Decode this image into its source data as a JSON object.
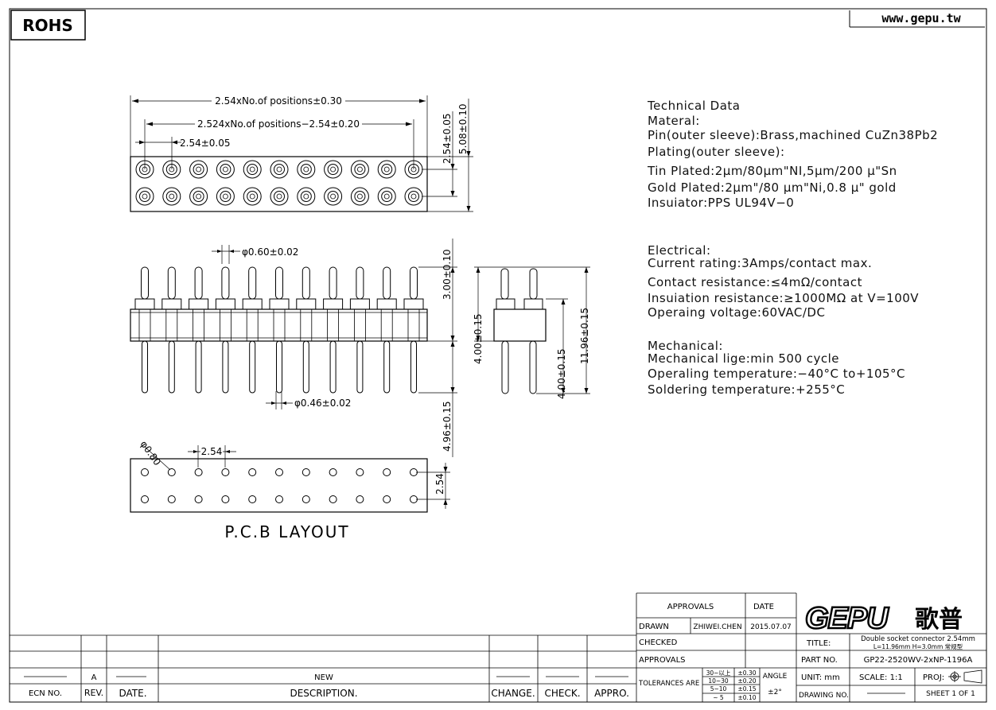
{
  "header": {
    "rohs": "ROHS",
    "website": "www.gepu.tw"
  },
  "front_view": {
    "pitch": 11,
    "dim_total": "2.54xNo.of  positions±0.30",
    "dim_inner": "2.524xNo.of  positions−2.54±0.20",
    "dim_pitch": "2.54±0.05",
    "dim_row": "2.54±0.05",
    "dim_height": "5.08±0.10"
  },
  "side_view": {
    "dim_pin": "φ0.60±0.02",
    "dim_tail": "φ0.46±0.02",
    "dim_top": "3.00±0.10",
    "dim_bottom": "4.96±0.15"
  },
  "end_view": {
    "dim_a": "4.00±0.15",
    "dim_b": "4.00±0.15",
    "dim_total": "11.96±0.15"
  },
  "pcb": {
    "hole": "φ0.80",
    "pitch": "2.54",
    "row": "2.54",
    "label": "P.C.B  LAYOUT"
  },
  "specs": [
    "Technical Data",
    "Materal:",
    "Pin(outer sleeve):Brass,machined CuZn38Pb2",
    "Plating(outer sleeve):",
    "Tin Plated:2μm/80μm\"NI,5μm/200 μ\"Sn",
    "Gold Plated:2μm\"/80 μm\"Ni,0.8 μ\"  gold",
    "Insuiator:PPS UL94V−0",
    "Electrical:",
    "Current rating:3Amps/contact max.",
    "Contact resistance:≤4mΩ/contact",
    "Insuiation resistance:≥1000MΩ at V=100V",
    "Operaing voltage:60VAC/DC",
    "Mechanical:",
    "Mechanical lige:min 500 cycle",
    "Operaling temperature:−40°C  to+105°C",
    "Soldering temperature:+255°C"
  ],
  "revision": {
    "rev": "A",
    "description": "NEW",
    "headers": [
      "ECN NO.",
      "REV.",
      "DATE.",
      "DESCRIPTION.",
      "CHANGE.",
      "CHECK.",
      "APPRO."
    ]
  },
  "titleblock": {
    "approvals": "APPROVALS",
    "date": "DATE",
    "drawn": "DRAWN",
    "drawn_by": "ZHIWEI.CHEN",
    "drawn_date": "2015.07.07",
    "checked": "CHECKED",
    "approvals2": "APPROVALS",
    "tolerances": "TOLERANCES  ARE",
    "tol_ranges": [
      "30~以上",
      "10~30",
      "5~10",
      "~ 5"
    ],
    "tol_values": [
      "±0.30",
      "±0.20",
      "±0.15",
      "±0.10"
    ],
    "angle": "ANGLE",
    "angle_value": "±2°",
    "logo": "GEPU",
    "logo_cn": "歌普",
    "title_label": "TITLE:",
    "title_line1": "Double  socket  connector  2.54mm",
    "title_line2": "L=11.96mm   H=3.0mm  常规型",
    "part_label": "PART  NO.",
    "part_no": "GP22-2520WV-2xNP-1196A",
    "unit": "UNIT:  mm",
    "scale": "SCALE:    1:1",
    "proj": "PROJ:",
    "drawing_no": "DRAWING  NO.",
    "sheet": "SHEET    1  OF  1"
  }
}
